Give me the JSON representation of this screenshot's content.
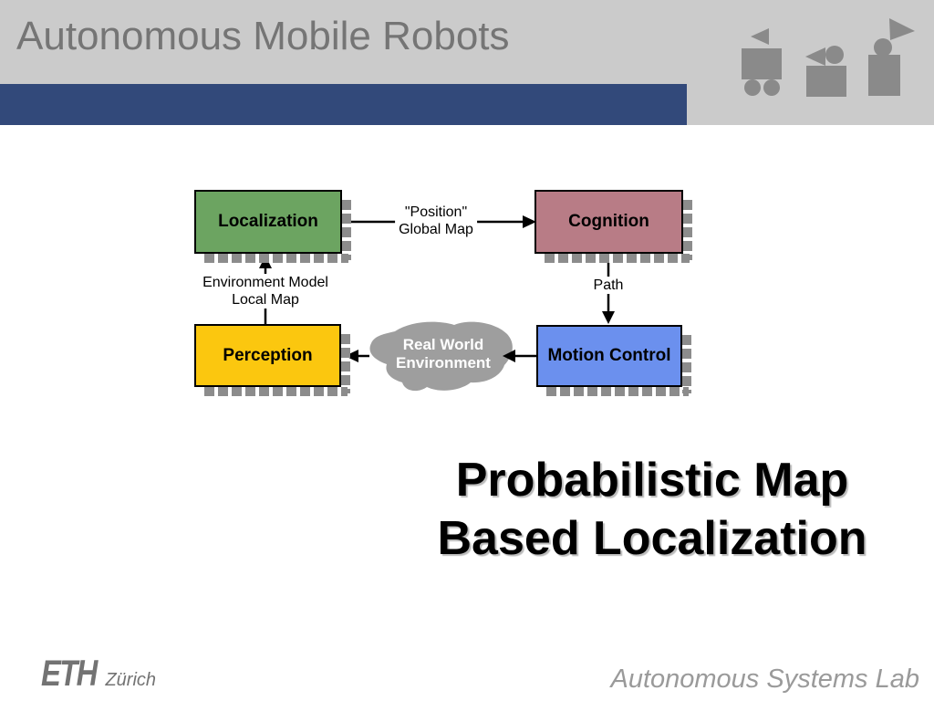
{
  "header": {
    "title": "Autonomous Mobile Robots",
    "background_color": "#cbcbcb",
    "bar_color": "#32497a",
    "title_color": "#757575",
    "icons": [
      "robot-wheeled-icon",
      "robot-rover-icon",
      "robot-humanoid-icon"
    ],
    "icon_color": "#8a8a8a"
  },
  "diagram": {
    "boxes": {
      "localization": {
        "label": "Localization",
        "color": "#6ca461"
      },
      "cognition": {
        "label": "Cognition",
        "color": "#b87c86"
      },
      "perception": {
        "label": "Perception",
        "color": "#fbc70f"
      },
      "motion_control": {
        "label": "Motion Control",
        "color": "#6b90ee"
      }
    },
    "blob": {
      "line1": "Real World",
      "line2": "Environment",
      "color": "#9e9e9e",
      "text_color": "#ffffff"
    },
    "arrow_labels": {
      "position": {
        "line1": "\"Position\"",
        "line2": "Global Map"
      },
      "environment": {
        "line1": "Environment Model",
        "line2": "Local Map"
      },
      "path": {
        "label": "Path"
      }
    },
    "shadow_color": "#8c8c8c",
    "arrow_color": "#000000"
  },
  "main_title": {
    "line1": "Probabilistic Map",
    "line2": "Based Localization"
  },
  "footer": {
    "logo_text": "ETH",
    "logo_sub": "Zürich",
    "lab": "Autonomous Systems Lab",
    "logo_color": "#737373",
    "lab_color": "#9a9a9a"
  }
}
